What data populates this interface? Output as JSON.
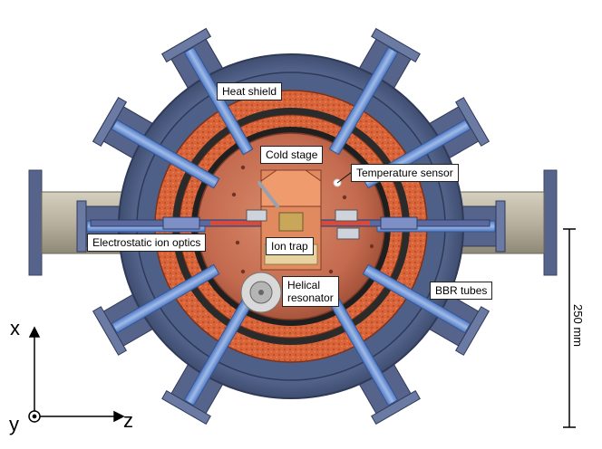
{
  "labels": {
    "heat_shield": "Heat shield",
    "cold_stage": "Cold stage",
    "temperature_sensor": "Temperature sensor",
    "electrostatic_ion_optics": "Electrostatic ion optics",
    "ion_trap": "Ion trap",
    "helical_resonator_line1": "Helical",
    "helical_resonator_line2": "resonator",
    "bbr_tubes": "BBR tubes"
  },
  "axes": {
    "x": "x",
    "y": "y",
    "z": "z"
  },
  "scale_bar": {
    "text": "250 mm"
  },
  "colors": {
    "housing": "#5d6f99",
    "housing_dark": "#3f4d70",
    "tube_blue": "#6f95d8",
    "tube_blue_light": "#9fbbe8",
    "heat_shield_orange": "#d9643a",
    "cold_stage_copper": "#c46b4f",
    "side_tube": "#b8b19f",
    "flange": "#56638a"
  }
}
